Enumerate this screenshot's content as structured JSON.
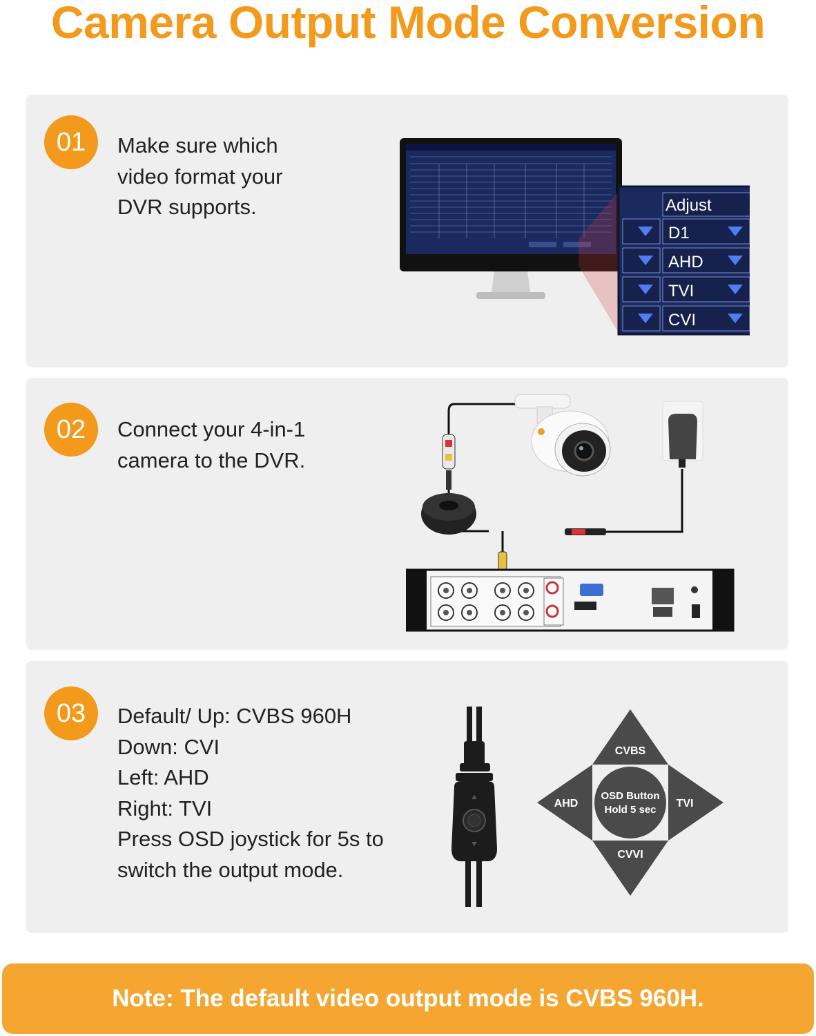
{
  "title": "Camera Output Mode Conversion",
  "steps": [
    {
      "number": "01",
      "lines": [
        "Make sure which",
        "video format your",
        "DVR supports."
      ],
      "menu": {
        "header": "Adjust",
        "options": [
          "D1",
          "AHD",
          "TVI",
          "CVI"
        ]
      }
    },
    {
      "number": "02",
      "lines": [
        "Connect your 4-in-1",
        "camera to the DVR."
      ]
    },
    {
      "number": "03",
      "lines": [
        "Default/ Up: CVBS 960H",
        "Down: CVI",
        "Left: AHD",
        "Right: TVI",
        "Press OSD joystick for 5s to",
        "switch the output mode."
      ],
      "joystick": {
        "up": "CVBS",
        "down": "CVVI",
        "left": "AHD",
        "right": "TVI",
        "center_line1": "OSD Button",
        "center_line2": "Hold 5 sec"
      }
    }
  ],
  "note": "Note: The default video output mode is CVBS 960H.",
  "colors": {
    "accent": "#f39a1c",
    "card": "#efefef",
    "note_bg": "#f5a630",
    "joystick": "#4a4a4a"
  }
}
